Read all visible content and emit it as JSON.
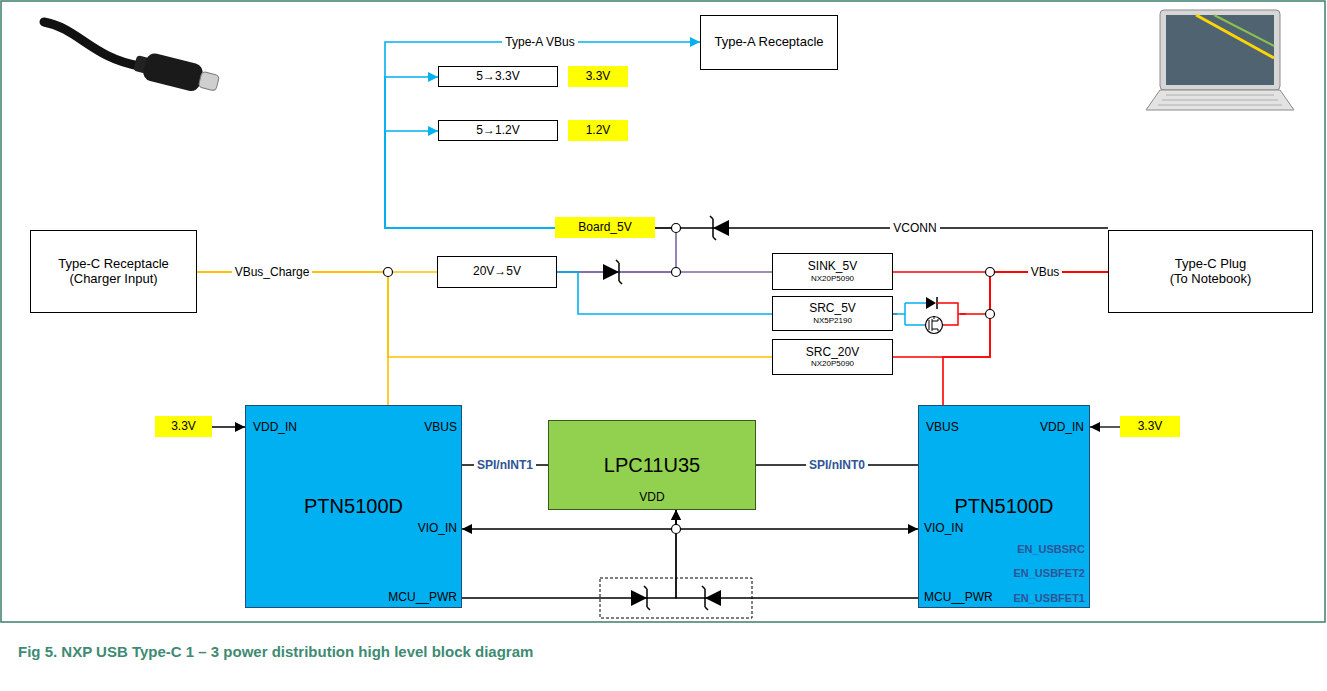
{
  "diagram": {
    "caption": "Fig 5. NXP USB Type-C 1 – 3 power distribution high level block diagram",
    "nodes": [
      {
        "text": [
          "Type-A Receptacle"
        ]
      },
      {
        "text": [
          "5→3.3V"
        ]
      },
      {
        "text": [
          "3.3V"
        ]
      },
      {
        "text": [
          "5→1.2V"
        ]
      },
      {
        "text": [
          "1.2V"
        ]
      },
      {
        "text": [
          "Board_5V"
        ]
      },
      {
        "text": [
          "Type-C Receptacle (Charger Input)"
        ]
      },
      {
        "text": [
          "Type-C Plug (To Notebook)"
        ]
      },
      {
        "text": [
          "20V→5V"
        ]
      },
      {
        "text": [
          "SINK_5V",
          "NX20P5090"
        ]
      },
      {
        "text": [
          "SRC_5V",
          "NX5P2190"
        ]
      },
      {
        "text": [
          "SRC_20V",
          "NX20P5090"
        ]
      },
      {
        "text": [
          "3.3V"
        ]
      },
      {
        "text": [
          "VDD_IN",
          "VBUS",
          "PTN5100D",
          "VIO_IN",
          "MCU__PWR"
        ]
      },
      {
        "text": [
          "LPC11U35",
          "VDD"
        ]
      },
      {
        "text": [
          "VBUS",
          "VDD_IN",
          "PTN5100D",
          "VIO_IN",
          "EN_USBSRC",
          "EN_USBFET2",
          "MCU__PWR",
          "EN_USBFET1"
        ]
      },
      {
        "text": [
          "3.3V"
        ]
      }
    ],
    "edges": [
      {
        "from": 5,
        "to": 0,
        "arrow": "to",
        "label": "Type-A VBus"
      },
      {
        "from": 5,
        "to": 1,
        "arrow": "to"
      },
      {
        "from": 5,
        "to": 3,
        "arrow": "to"
      },
      {
        "from": 6,
        "to": 8,
        "arrow": "none",
        "label": "VBus_Charge"
      },
      {
        "from": 6,
        "to": 13,
        "arrow": "none"
      },
      {
        "from": 6,
        "to": 11,
        "arrow": "none"
      },
      {
        "from": 8,
        "to": 9,
        "arrow": "none"
      },
      {
        "from": 8,
        "to": 5,
        "arrow": "none"
      },
      {
        "from": 8,
        "to": 10,
        "arrow": "none"
      },
      {
        "from": 7,
        "to": 5,
        "arrow": "none",
        "label": "VCONN"
      },
      {
        "from": 9,
        "to": 7,
        "arrow": "none",
        "label": "VBus"
      },
      {
        "from": 10,
        "to": 7,
        "arrow": "none"
      },
      {
        "from": 11,
        "to": 7,
        "arrow": "none"
      },
      {
        "from": 7,
        "to": 15,
        "arrow": "none"
      },
      {
        "from": 14,
        "to": 13,
        "arrow": "none",
        "label": "SPI/nINT1"
      },
      {
        "from": 14,
        "to": 15,
        "arrow": "none",
        "label": "SPI/nINT0"
      },
      {
        "from": 14,
        "to": 13,
        "arrow": "to"
      },
      {
        "from": 14,
        "to": 15,
        "arrow": "to"
      },
      {
        "from": 13,
        "to": 14,
        "arrow": "to"
      },
      {
        "from": 15,
        "to": 14,
        "arrow": "to"
      },
      {
        "from": 12,
        "to": 13,
        "arrow": "to"
      },
      {
        "from": 16,
        "to": 15,
        "arrow": "to"
      }
    ]
  }
}
